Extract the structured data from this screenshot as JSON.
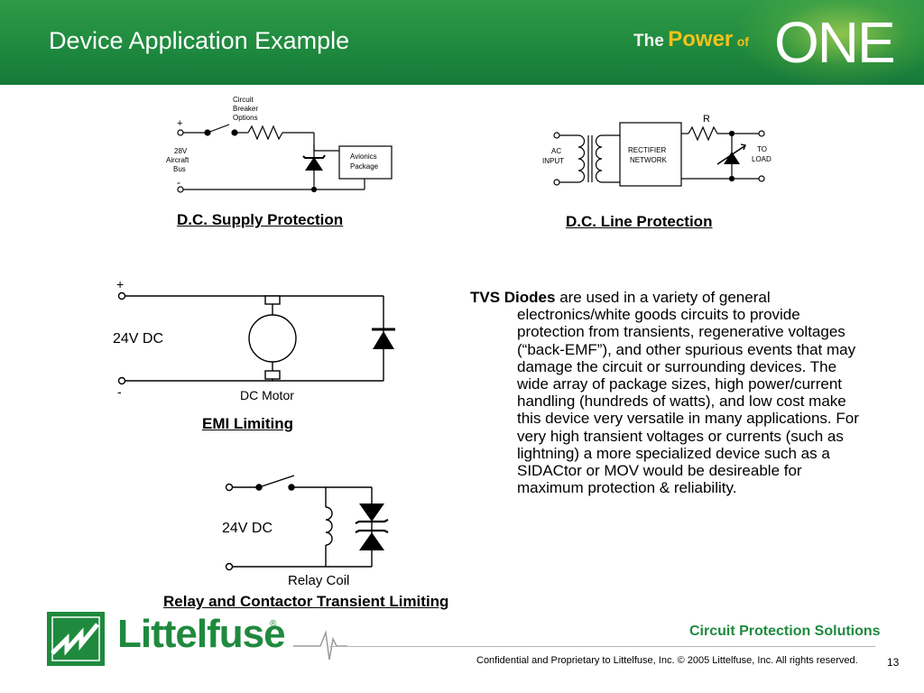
{
  "header": {
    "title": "Device Application Example",
    "tagline_the": "The",
    "tagline_power": "Power",
    "tagline_of": "of",
    "tagline_one": "ONE"
  },
  "diagrams": {
    "dc_supply": {
      "caption": "D.C. Supply Protection",
      "plus": "+",
      "minus": "-",
      "label_lines": [
        "28V",
        "Aircraft",
        "Bus"
      ],
      "breaker_lines": [
        "Circuit",
        "Breaker",
        "Options"
      ],
      "load_lines": [
        "Avionics",
        "Package"
      ]
    },
    "dc_line": {
      "caption": "D.C. Line Protection",
      "r_label": "R",
      "input_lines": [
        "AC",
        "INPUT"
      ],
      "rectifier_lines": [
        "RECTIFIER",
        "NETWORK"
      ],
      "load_lines": [
        "TO",
        "LOAD"
      ]
    },
    "emi": {
      "caption": "EMI Limiting",
      "plus": "+",
      "minus": "-",
      "voltage": "24V DC",
      "motor": "DC Motor"
    },
    "relay": {
      "caption": "Relay and Contactor Transient Limiting",
      "voltage": "24V DC",
      "coil": "Relay Coil"
    }
  },
  "body_text": {
    "lead": "TVS Diodes",
    "text": " are used in a variety of general electronics/white goods circuits to provide protection from transients, regenerative voltages (“back-EMF”), and other spurious events that may damage the circuit or surrounding devices. The wide array of package sizes, high power/current handling (hundreds of watts), and low cost make this device very versatile in many applications. For very high transient voltages or currents (such as lightning) a more specialized device such as a SIDACtor or MOV would be desireable for maximum protection & reliability."
  },
  "footer": {
    "brand": "Littelfuse",
    "registered": "®",
    "slogan": "Circuit Protection Solutions",
    "confidential": "Confidential and Proprietary to Littelfuse, Inc.  © 2005 Littelfuse, Inc.  All rights reserved.",
    "page_number": "13"
  },
  "colors": {
    "brand_green": "#1f8a3e",
    "power_yellow": "#f1c21b"
  }
}
